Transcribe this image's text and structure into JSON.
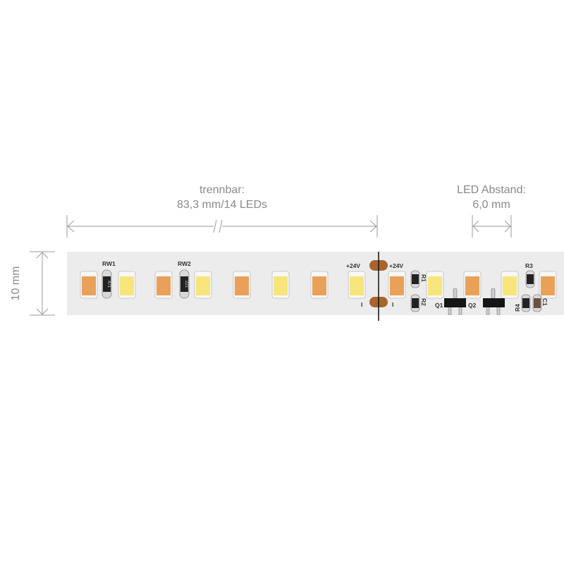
{
  "dimensions": {
    "cut_label_line1": "trennbar:",
    "cut_label_line2": "83,3 mm/14 LEDs",
    "spacing_label_line1": "LED Abstand:",
    "spacing_label_line2": "6,0 mm",
    "width_label": "10 mm"
  },
  "pcb_labels": {
    "rw1": "RW1",
    "rw2": "RW2",
    "plus_left": "+24V",
    "minus_left": "I",
    "plus_right": "+24V",
    "minus_right": "I",
    "r1": "R1",
    "r2": "R2",
    "r3": "R3",
    "r4": "R4",
    "q1": "Q1",
    "q2": "Q2",
    "c1": "C1",
    "rw1_value": "471",
    "rw2_value": "221"
  },
  "colors": {
    "strip": "#ececec",
    "led_warm": "#e9a159",
    "led_cool": "#f7e57c",
    "copper_pad": "#a8652c",
    "dimension_line": "#9a9a9a"
  },
  "leds": [
    "warm",
    "cool",
    "warm",
    "cool",
    "warm",
    "cool",
    "warm",
    "cool",
    "warm",
    "cool",
    "warm",
    "cool",
    "warm"
  ]
}
